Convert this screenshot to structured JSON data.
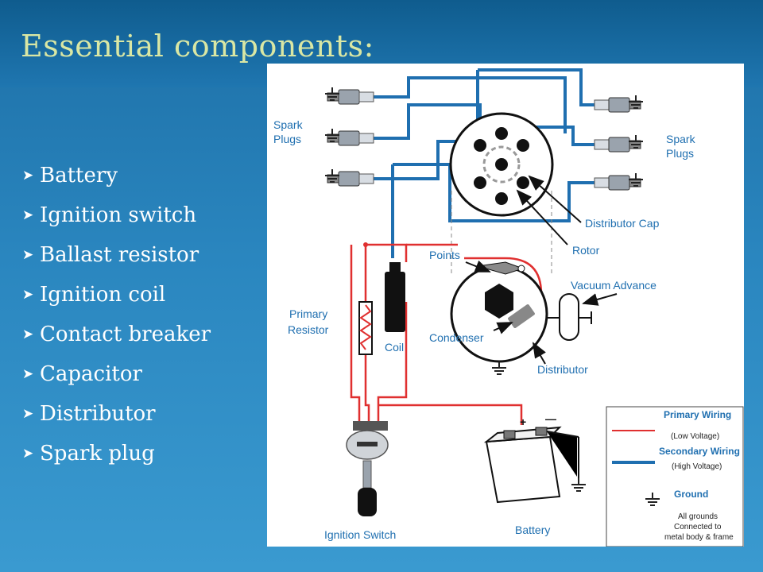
{
  "slide": {
    "title": "Essential components:",
    "bullets": [
      "Battery",
      "Ignition switch",
      "Ballast resistor",
      "Ignition coil",
      "Contact breaker",
      "Capacitor",
      "Distributor",
      "Spark plug"
    ]
  },
  "diagram": {
    "labels": {
      "spark_plugs_left_1": "Spark",
      "spark_plugs_left_2": "Plugs",
      "spark_plugs_right_1": "Spark",
      "spark_plugs_right_2": "Plugs",
      "distributor_cap": "Distributor Cap",
      "rotor": "Rotor",
      "points": "Points",
      "vacuum_advance": "Vacuum Advance",
      "primary_resistor_1": "Primary",
      "primary_resistor_2": "Resistor",
      "coil": "Coil",
      "condenser": "Condenser",
      "distributor": "Distributor",
      "ignition_switch": "Ignition Switch",
      "battery": "Battery",
      "plus": "+",
      "minus": "—"
    },
    "legend": {
      "primary_title": "Primary Wiring",
      "primary_note": "(Low Voltage)",
      "secondary_title": "Secondary Wiring",
      "secondary_note": "(High Voltage)",
      "ground_title": "Ground",
      "ground_note_1": "All grounds",
      "ground_note_2": "Connected to",
      "ground_note_3": "metal body & frame"
    },
    "colors": {
      "primary_wire": "#e03030",
      "secondary_wire": "#1f6fb0",
      "label": "#1f6fb0"
    }
  }
}
